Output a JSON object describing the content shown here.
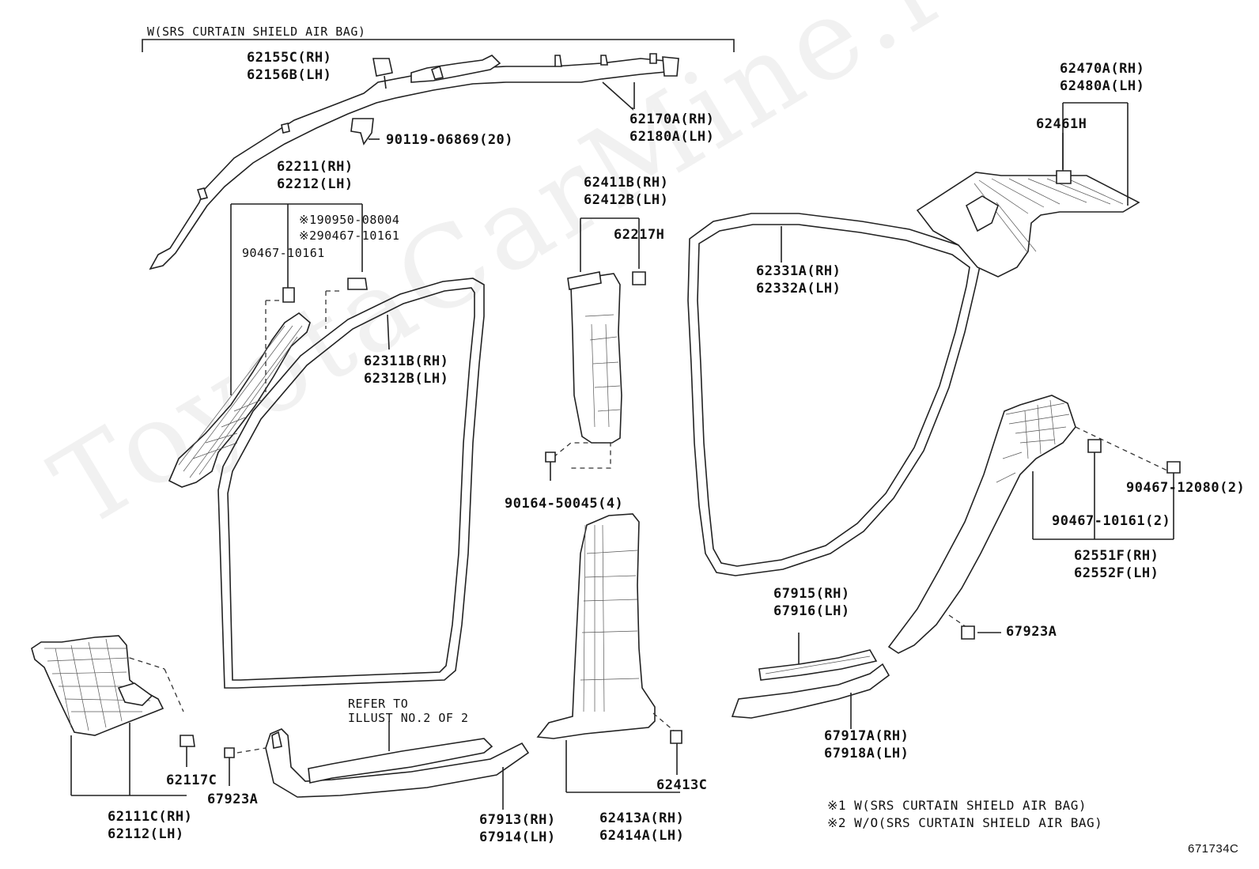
{
  "top_bracket_label": "W(SRS CURTAIN SHIELD AIR BAG)",
  "labels": {
    "p62155": [
      "62155C(RH)",
      "62156B(LH)"
    ],
    "p62170": [
      "62170A(RH)",
      "62180A(LH)"
    ],
    "p90119": "90119-06869(20)",
    "p62211": [
      "62211(RH)",
      "62212(LH)"
    ],
    "p90950": "※190950-08004",
    "p90467b": "※290467-10161",
    "p90467a": "90467-10161",
    "p62311": [
      "62311B(RH)",
      "62312B(LH)"
    ],
    "p62411": [
      "62411B(RH)",
      "62412B(LH)"
    ],
    "p62217": "62217H",
    "p62331": [
      "62331A(RH)",
      "62332A(LH)"
    ],
    "p62470": [
      "62470A(RH)",
      "62480A(LH)"
    ],
    "p62461": "62461H",
    "p90164": "90164-50045(4)",
    "p90467_12080": "90467-12080(2)",
    "p90467_10161_2": "90467-10161(2)",
    "p62551": [
      "62551F(RH)",
      "62552F(LH)"
    ],
    "p67915": [
      "67915(RH)",
      "67916(LH)"
    ],
    "p67923a_right": "67923A",
    "p67917": [
      "67917A(RH)",
      "67918A(LH)"
    ],
    "refer": [
      "REFER TO",
      "ILLUST NO.2 OF 2"
    ],
    "p62117": "62117C",
    "p67923a_left": "67923A",
    "p62111": [
      "62111C(RH)",
      "62112(LH)"
    ],
    "p67913": [
      "67913(RH)",
      "67914(LH)"
    ],
    "p62413c": "62413C",
    "p62413": [
      "62413A(RH)",
      "62414A(LH)"
    ]
  },
  "notes": [
    "※1 W(SRS CURTAIN SHIELD AIR BAG)",
    "※2 W/O(SRS CURTAIN SHIELD AIR BAG)"
  ],
  "figure_code": "671734C",
  "watermark": "ToyotaCarMine.ru"
}
